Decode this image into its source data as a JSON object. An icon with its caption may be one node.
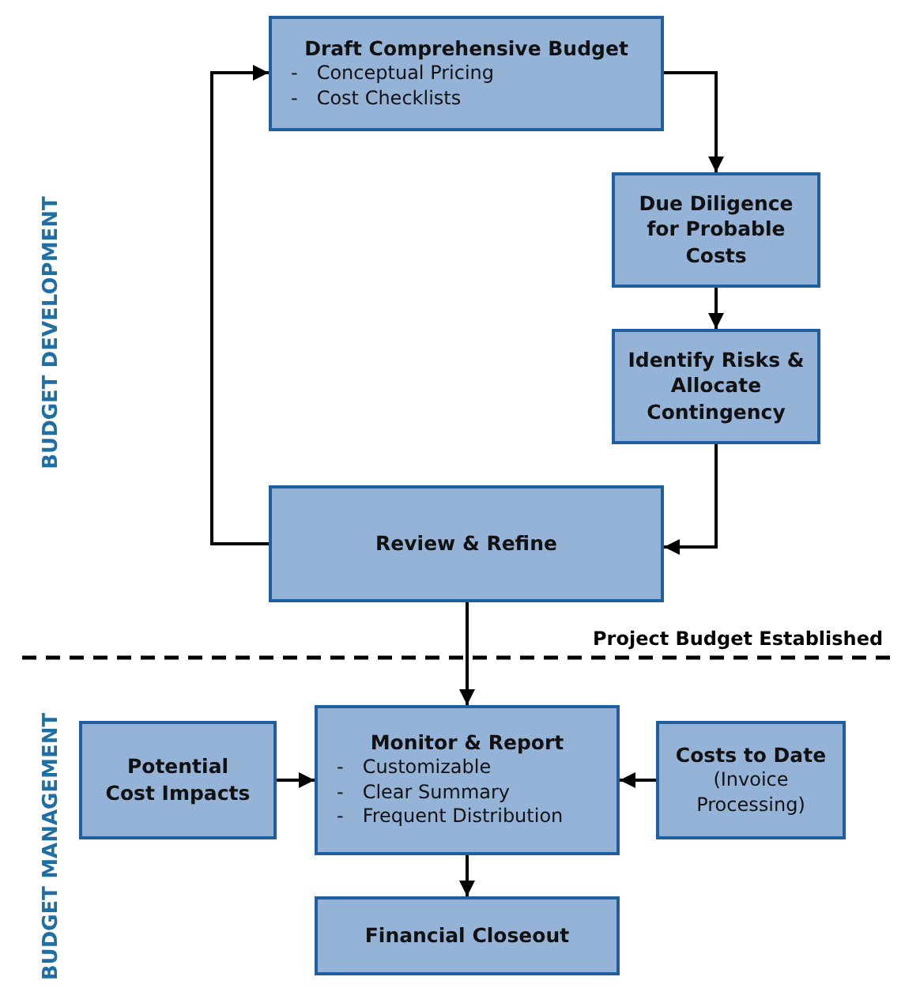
{
  "diagram": {
    "nodes": [
      {
        "text": [
          "Draft Comprehensive Budget",
          "- Conceptual Pricing",
          "- Cost Checklists"
        ]
      },
      {
        "text": [
          "Due Diligence for Probable Costs"
        ]
      },
      {
        "text": [
          "Identify Risks & Allocate Contingency"
        ]
      },
      {
        "text": [
          "Review & Refine"
        ]
      },
      {
        "text": [
          "Potential Cost Impacts"
        ]
      },
      {
        "text": [
          "Monitor & Report",
          "- Customizable",
          "- Clear Summary",
          "- Frequent Distribution"
        ]
      },
      {
        "text": [
          "Costs to Date",
          "(Invoice Processing)"
        ]
      },
      {
        "text": [
          "Financial Closeout"
        ]
      }
    ],
    "edges": [
      {
        "from": 0,
        "to": 1,
        "arrow": "to"
      },
      {
        "from": 1,
        "to": 2,
        "arrow": "to"
      },
      {
        "from": 2,
        "to": 3,
        "arrow": "to"
      },
      {
        "from": 3,
        "to": 0,
        "arrow": "to"
      },
      {
        "from": 3,
        "to": 5,
        "arrow": "to"
      },
      {
        "from": 4,
        "to": 5,
        "arrow": "to"
      },
      {
        "from": 6,
        "to": 5,
        "arrow": "to"
      },
      {
        "from": 5,
        "to": 7,
        "arrow": "to"
      }
    ],
    "labels": [
      "BUDGET DEVELOPMENT",
      "Project Budget Established",
      "BUDGET MANAGEMENT"
    ]
  }
}
